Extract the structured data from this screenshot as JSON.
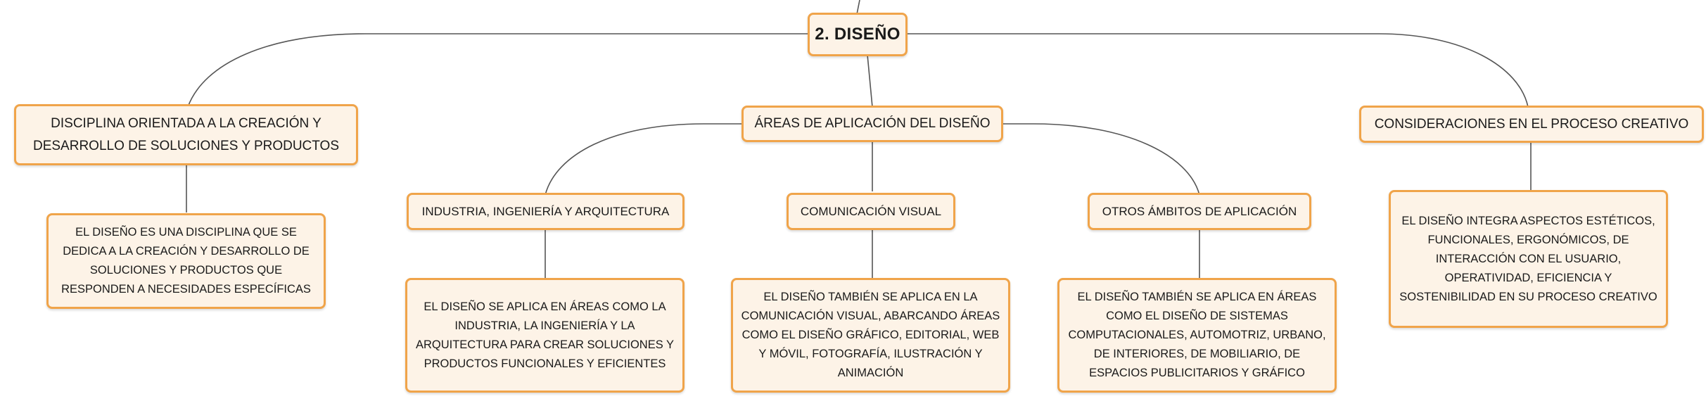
{
  "root": {
    "label": "2. DISEÑO"
  },
  "branches": {
    "disciplina": {
      "label": "DISCIPLINA ORIENTADA A LA CREACIÓN Y DESARROLLO DE SOLUCIONES Y PRODUCTOS",
      "detail": "EL DISEÑO ES UNA DISCIPLINA QUE SE DEDICA A LA CREACIÓN Y DESARROLLO DE SOLUCIONES Y PRODUCTOS QUE RESPONDEN A NECESIDADES ESPECÍFICAS"
    },
    "areas": {
      "label": "ÁREAS DE APLICACIÓN DEL DISEÑO",
      "industria": {
        "label": "INDUSTRIA, INGENIERÍA Y ARQUITECTURA",
        "detail": "EL DISEÑO SE APLICA EN ÁREAS COMO LA INDUSTRIA, LA INGENIERÍA Y LA ARQUITECTURA PARA CREAR SOLUCIONES Y PRODUCTOS FUNCIONALES Y EFICIENTES"
      },
      "comunicacion": {
        "label": "COMUNICACIÓN VISUAL",
        "detail": "EL DISEÑO TAMBIÉN SE APLICA EN LA COMUNICACIÓN VISUAL, ABARCANDO ÁREAS COMO EL DISEÑO GRÁFICO, EDITORIAL, WEB Y MÓVIL, FOTOGRAFÍA, ILUSTRACIÓN Y ANIMACIÓN"
      },
      "otros": {
        "label": "OTROS ÁMBITOS DE APLICACIÓN",
        "detail": "EL DISEÑO TAMBIÉN SE APLICA EN ÁREAS COMO EL DISEÑO DE SISTEMAS COMPUTACIONALES, AUTOMOTRIZ, URBANO, DE INTERIORES, DE MOBILIARIO, DE ESPACIOS PUBLICITARIOS Y GRÁFICO"
      }
    },
    "consideraciones": {
      "label": "CONSIDERACIONES EN EL PROCESO CREATIVO",
      "detail": "EL DISEÑO INTEGRA ASPECTOS ESTÉTICOS, FUNCIONALES, ERGONÓMICOS, DE INTERACCIÓN CON EL USUARIO, OPERATIVIDAD, EFICIENCIA Y SOSTENIBILIDAD EN SU PROCESO CREATIVO"
    }
  },
  "colors": {
    "node_fill": "#fdf3e7",
    "node_border": "#f0a44a",
    "connector": "#555555"
  }
}
